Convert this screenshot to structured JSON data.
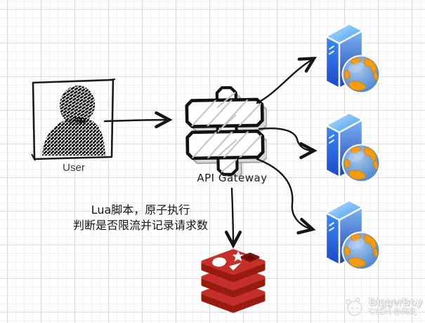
{
  "diagram": {
    "user_label": "User",
    "gateway_label": "API Gateway",
    "note": {
      "line1": "Lua脚本，原子执行",
      "line2": "判断是否限流并记录请求数"
    },
    "watermark": {
      "title": "BiggerBoy",
      "subtitle": "CSDN @问北"
    },
    "nodes": [
      {
        "id": "user",
        "label": "User",
        "icon": "user-silhouette-icon"
      },
      {
        "id": "api-gateway",
        "label": "API Gateway",
        "icon": "api-gateway-hash-icon"
      },
      {
        "id": "server-1",
        "label": "",
        "icon": "web-server-globe-icon"
      },
      {
        "id": "server-2",
        "label": "",
        "icon": "web-server-globe-icon"
      },
      {
        "id": "server-3",
        "label": "",
        "icon": "web-server-globe-icon"
      },
      {
        "id": "redis",
        "label": "",
        "icon": "redis-database-icon"
      }
    ],
    "edges": [
      {
        "from": "user",
        "to": "api-gateway"
      },
      {
        "from": "api-gateway",
        "to": "server-1"
      },
      {
        "from": "api-gateway",
        "to": "server-2"
      },
      {
        "from": "api-gateway",
        "to": "server-3"
      },
      {
        "from": "api-gateway",
        "to": "redis",
        "note": "Lua脚本，原子执行 判断是否限流并记录请求数"
      }
    ],
    "colors": {
      "ink": "#151515",
      "server_blue_light": "#8ec7f5",
      "server_blue": "#2f7ff0",
      "server_blue_dark": "#1c3fb0",
      "globe_ocean": "#5b9bd5",
      "globe_orange": "#f39c12",
      "redis_red": "#c6302b",
      "redis_dark": "#991b10",
      "grid_minor": "#f1f1f1",
      "grid_major": "#dcdcdc"
    }
  }
}
